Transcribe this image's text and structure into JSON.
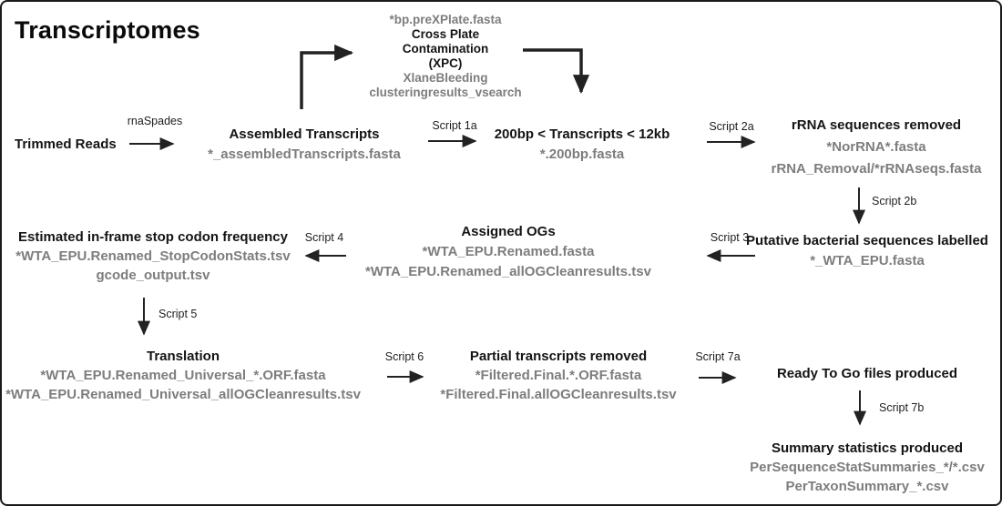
{
  "title": "Transcriptomes",
  "colors": {
    "heading_text": "#141414",
    "file_text": "#7d7d7d",
    "arrow": "#222222",
    "border": "#1a1a1a",
    "background": "#ffffff"
  },
  "nodes": {
    "trimmed_reads": {
      "title": "Trimmed Reads"
    },
    "xpc": {
      "file_above": "*bp.preXPlate.fasta",
      "title_lines": [
        "Cross Plate",
        "Contamination",
        "(XPC)"
      ],
      "files": [
        "XlaneBleeding",
        "clusteringresults_vsearch"
      ]
    },
    "assembled_transcripts": {
      "title": "Assembled Transcripts",
      "files": [
        "*_assembledTranscripts.fasta"
      ]
    },
    "size_filtered": {
      "title": "200bp < Transcripts < 12kb",
      "files": [
        "*.200bp.fasta"
      ]
    },
    "rrna_removed": {
      "title": "rRNA sequences removed",
      "files": [
        "*NorRNA*.fasta",
        "rRNA_Removal/*rRNAseqs.fasta"
      ]
    },
    "bacterial_labelled": {
      "title": "Putative bacterial sequences labelled",
      "files": [
        "*_WTA_EPU.fasta"
      ]
    },
    "assigned_ogs": {
      "title": "Assigned OGs",
      "files": [
        "*WTA_EPU.Renamed.fasta",
        "*WTA_EPU.Renamed_allOGCleanresults.tsv"
      ]
    },
    "stop_codon_freq": {
      "title": "Estimated in-frame stop codon frequency",
      "files": [
        "*WTA_EPU.Renamed_StopCodonStats.tsv",
        "gcode_output.tsv"
      ]
    },
    "translation": {
      "title": "Translation",
      "files": [
        "*WTA_EPU.Renamed_Universal_*.ORF.fasta",
        "*WTA_EPU.Renamed_Universal_allOGCleanresults.tsv"
      ]
    },
    "partial_removed": {
      "title": "Partial transcripts removed",
      "files": [
        "*Filtered.Final.*.ORF.fasta",
        "*Filtered.Final.allOGCleanresults.tsv"
      ]
    },
    "ready_to_go": {
      "title": "Ready To Go files produced"
    },
    "summary_stats": {
      "title": "Summary statistics produced",
      "files": [
        "PerSequenceStatSummaries_*/*.csv",
        "PerTaxonSummary_*.csv"
      ]
    }
  },
  "arrows": {
    "rnaspades": "rnaSpades",
    "script_1a": "Script 1a",
    "script_2a": "Script 2a",
    "script_2b": "Script 2b",
    "script_3": "Script 3",
    "script_4": "Script 4",
    "script_5": "Script 5",
    "script_6": "Script 6",
    "script_7a": "Script 7a",
    "script_7b": "Script 7b"
  }
}
